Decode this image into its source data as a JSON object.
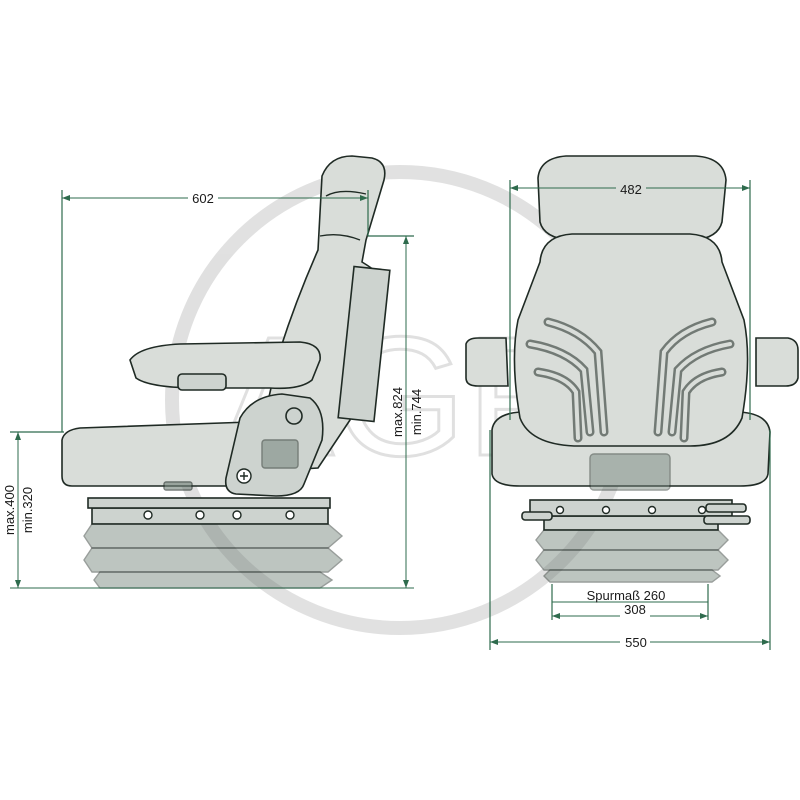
{
  "colors": {
    "dimension_line": "#2e6b4d",
    "seat_fill": "#d9ddd9",
    "seat_outline": "#1f2a24",
    "watermark": "#c8c8c8"
  },
  "watermark_text": "AGP",
  "dimensions": {
    "side_depth": "602",
    "side_height_max": "max.824",
    "side_height_min": "min.744",
    "side_seat_height_max": "max.400",
    "side_seat_height_min": "min.320",
    "front_backrest_width": "482",
    "front_track_gauge": "Spurmaß 260",
    "front_rail_width": "308",
    "front_total_width": "550"
  }
}
